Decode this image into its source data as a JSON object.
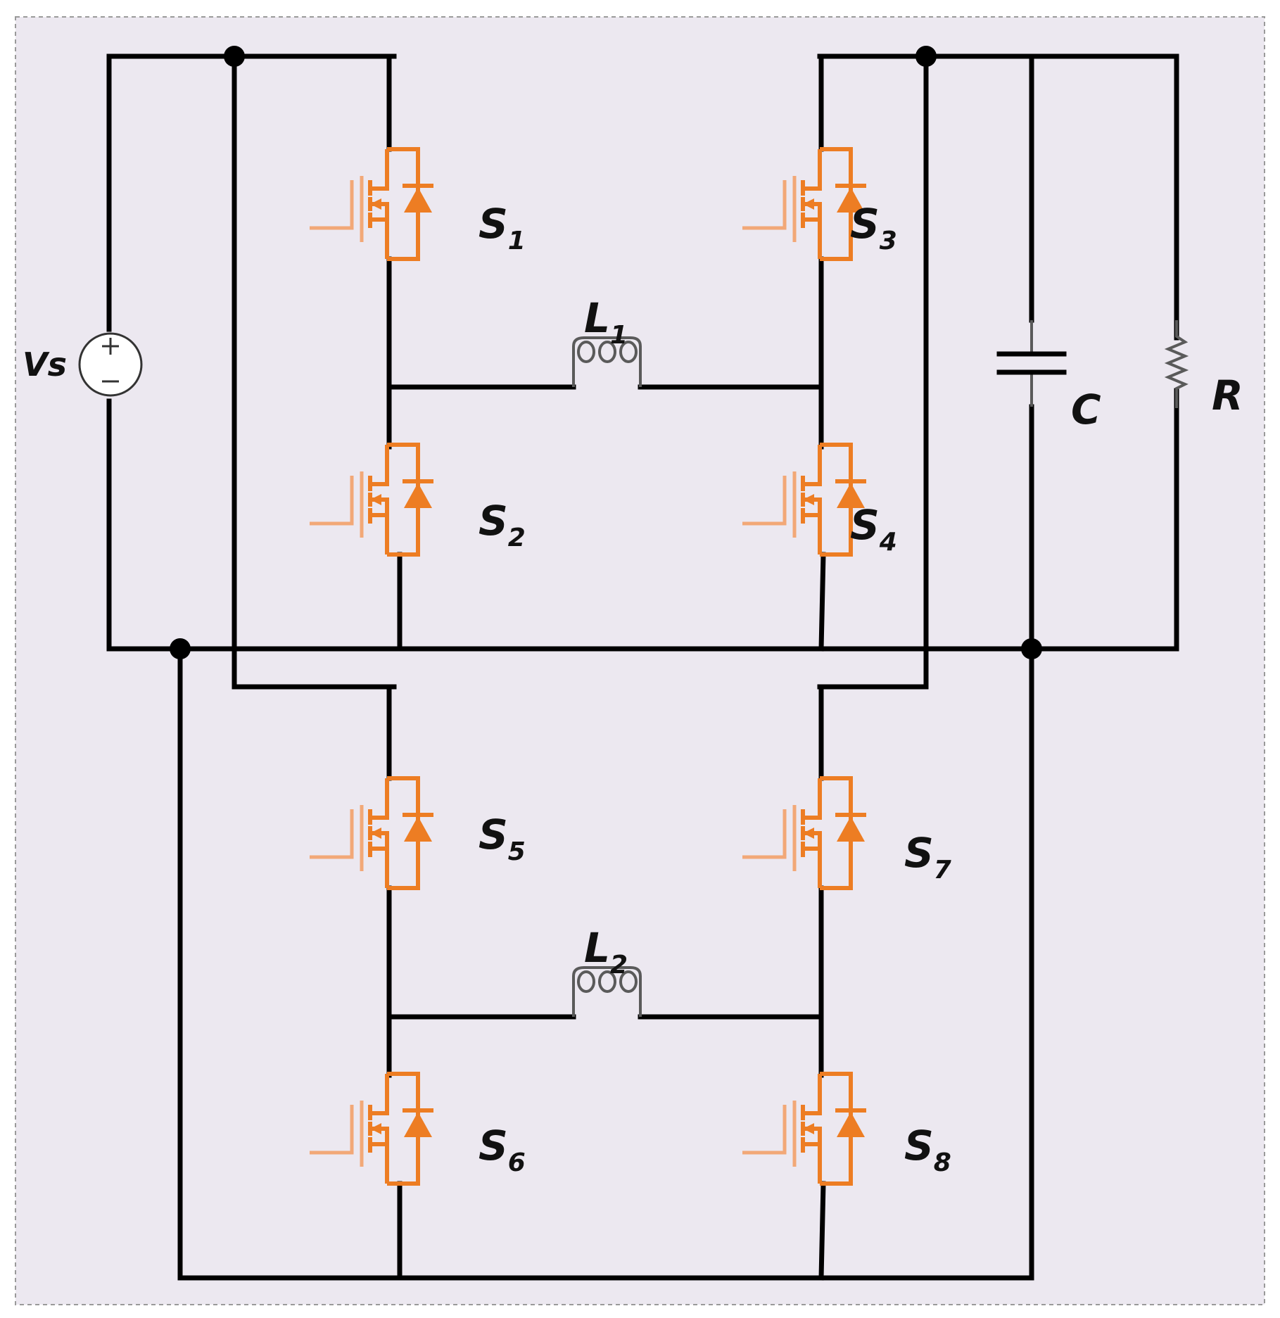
{
  "source": {
    "label": "Vs"
  },
  "switches": [
    {
      "id": "s1",
      "letter": "S",
      "sub": "1"
    },
    {
      "id": "s2",
      "letter": "S",
      "sub": "2"
    },
    {
      "id": "s3",
      "letter": "S",
      "sub": "3"
    },
    {
      "id": "s4",
      "letter": "S",
      "sub": "4"
    },
    {
      "id": "s5",
      "letter": "S",
      "sub": "5"
    },
    {
      "id": "s6",
      "letter": "S",
      "sub": "6"
    },
    {
      "id": "s7",
      "letter": "S",
      "sub": "7"
    },
    {
      "id": "s8",
      "letter": "S",
      "sub": "8"
    }
  ],
  "inductors": [
    {
      "id": "l1",
      "letter": "L",
      "sub": "1"
    },
    {
      "id": "l2",
      "letter": "L",
      "sub": "2"
    }
  ],
  "capacitor": {
    "label": "C"
  },
  "resistor": {
    "label": "R"
  },
  "colors": {
    "switch": "#ed7d23",
    "gate": "#f2a877",
    "wire": "#000000",
    "background": "#ece8f0"
  }
}
